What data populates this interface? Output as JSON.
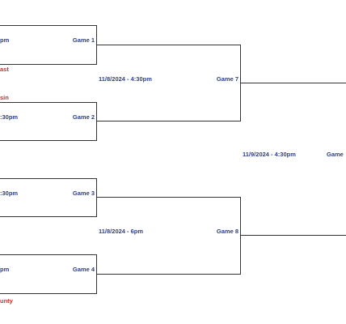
{
  "games": [
    {
      "label": "Game 1",
      "time_fragment": "pm"
    },
    {
      "label": "Game 2",
      "time_fragment": ":30pm"
    },
    {
      "label": "Game 3",
      "time_fragment": ":30pm"
    },
    {
      "label": "Game 4",
      "time_fragment": "pm"
    }
  ],
  "round2": [
    {
      "label": "Game 7",
      "time": "11/8/2024 - 4:30pm"
    },
    {
      "label": "Game 8",
      "time": "11/8/2024 - 6pm"
    }
  ],
  "final": {
    "label": "Game",
    "time": "11/9/2024 - 4:30pm"
  },
  "teams": {
    "game1_bottom": "ast",
    "game2_top": "sin",
    "game4_bottom": "unty"
  },
  "colors": {
    "team_text": "#c0302b",
    "game_text": "#2e3f86",
    "lines": "#333333"
  }
}
